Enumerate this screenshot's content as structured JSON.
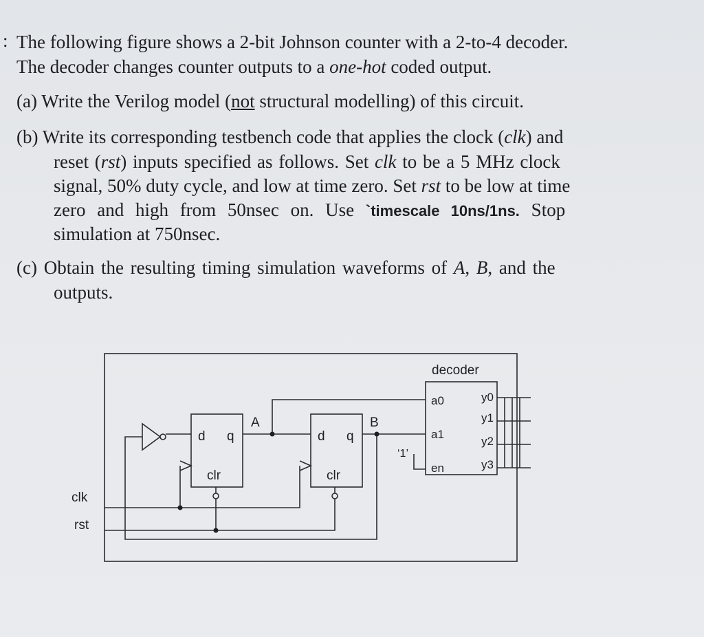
{
  "question": {
    "bullet": ":",
    "intro1": "The following figure shows a 2-bit Johnson counter with a 2-to-4 decoder.",
    "intro2_a": "The decoder changes counter outputs to a ",
    "intro2_em": "one-hot",
    "intro2_b": " coded output.",
    "a_pre": "(a) Write the Verilog model (",
    "a_u": "not",
    "a_post": " structural modelling) of this circuit.",
    "b1_pre": "(b) Write its corresponding testbench code that applies the clock (",
    "b1_em": "clk",
    "b1_post": ") and",
    "b2_pre": "reset (",
    "b2_em1": "rst",
    "b2_mid": ") inputs specified as follows. Set ",
    "b2_em2": "clk",
    "b2_post": " to be a 5 MHz clock",
    "b3_pre": "signal, 50% duty cycle, and low at time zero. Set ",
    "b3_em": "rst",
    "b3_post": " to be low at time",
    "b4_pre": "zero and high from 50nsec on. Use ",
    "b4_code": "`timescale 10ns/1ns.",
    "b4_post": " Stop",
    "b5": "simulation at 750nsec.",
    "c1_pre": "(c) Obtain the resulting timing simulation waveforms of ",
    "c1_em1": "A",
    "c1_mid": ", ",
    "c1_em2": "B",
    "c1_post": ", and the",
    "c2": "outputs."
  },
  "diagram": {
    "decoder_title": "decoder",
    "a0": "a0",
    "a1": "a1",
    "en": "en",
    "y0": "y0",
    "y1": "y1",
    "y2": "y2",
    "y3": "y3",
    "ff1_d": "d",
    "ff1_q": "q",
    "ff1_clr": "clr",
    "ff2_d": "d",
    "ff2_q": "q",
    "ff2_clr": "clr",
    "label_A": "A",
    "label_B": "B",
    "const_one": "‘1’",
    "clk": "clk",
    "rst": "rst"
  }
}
